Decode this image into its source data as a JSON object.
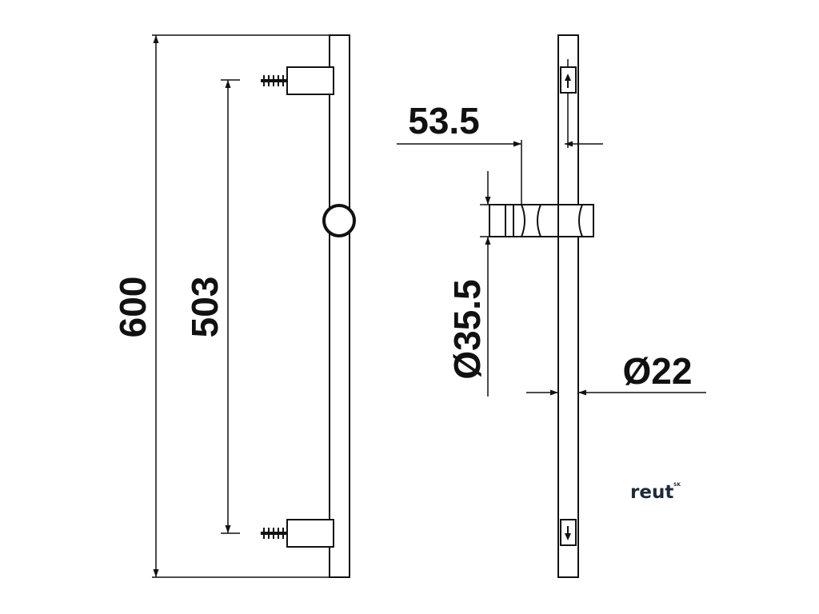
{
  "dimensions": {
    "total_length": "600",
    "bracket_spacing": "503",
    "slider_offset": "53.5",
    "slider_diameter": "Ø35.5",
    "rail_diameter": "Ø22"
  },
  "logo": {
    "text": "reut",
    "superscript": "SK",
    "color": "#1e2a3a"
  }
}
